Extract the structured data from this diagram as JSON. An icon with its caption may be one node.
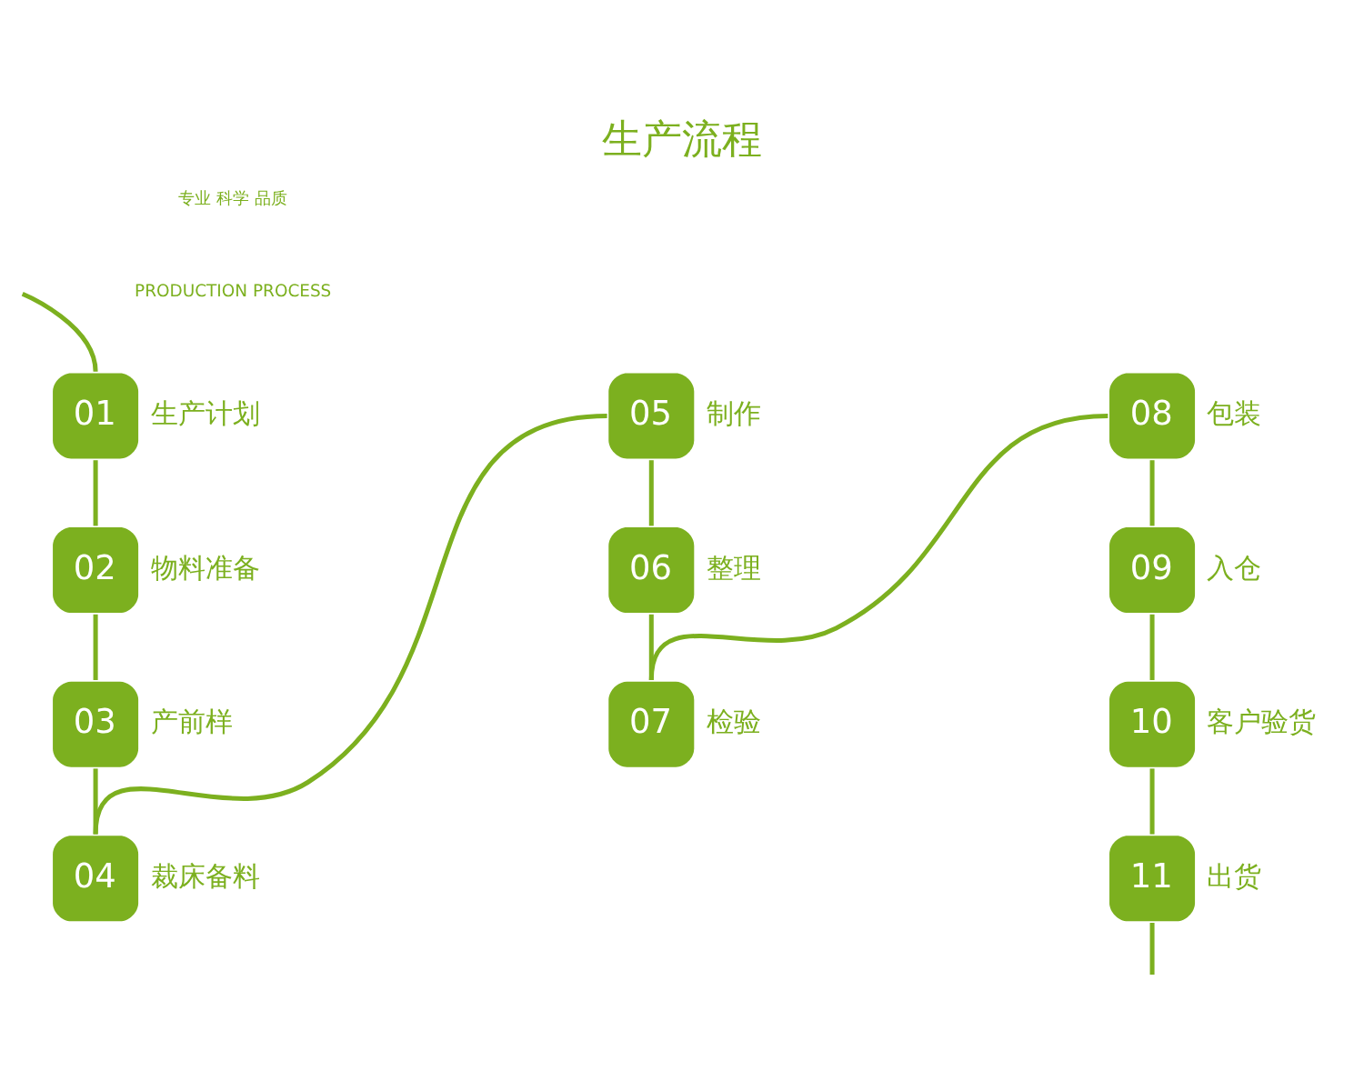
{
  "diagram": {
    "title": "生产流程",
    "nodes": [
      {
        "text": [
          "01"
        ],
        "beside": [
          "生产计划"
        ]
      },
      {
        "text": [
          "02"
        ],
        "beside": [
          "物料准备"
        ]
      },
      {
        "text": [
          "03"
        ],
        "beside": [
          "产前样"
        ]
      },
      {
        "text": [
          "04"
        ],
        "beside": [
          "裁床备料"
        ]
      },
      {
        "text": [
          "05"
        ],
        "beside": [
          "制作"
        ]
      },
      {
        "text": [
          "06"
        ],
        "beside": [
          "整理"
        ]
      },
      {
        "text": [
          "07"
        ],
        "beside": [
          "检验"
        ]
      },
      {
        "text": [
          "08"
        ],
        "beside": [
          "包装"
        ]
      },
      {
        "text": [
          "09"
        ],
        "beside": [
          "入仓"
        ]
      },
      {
        "text": [
          "10"
        ],
        "beside": [
          "客户验货"
        ]
      },
      {
        "text": [
          "11"
        ],
        "beside": [
          "出货"
        ]
      }
    ],
    "edges": [
      {
        "from": null,
        "to": 0,
        "arrow": "none"
      },
      {
        "from": 0,
        "to": 1,
        "arrow": "none"
      },
      {
        "from": 1,
        "to": 2,
        "arrow": "none"
      },
      {
        "from": 2,
        "to": 3,
        "arrow": "none"
      },
      {
        "from": 3,
        "to": 4,
        "arrow": "none"
      },
      {
        "from": 4,
        "to": 5,
        "arrow": "none"
      },
      {
        "from": 5,
        "to": 6,
        "arrow": "none"
      },
      {
        "from": 6,
        "to": 7,
        "arrow": "none"
      },
      {
        "from": 7,
        "to": 8,
        "arrow": "none"
      },
      {
        "from": 8,
        "to": 9,
        "arrow": "none"
      },
      {
        "from": 9,
        "to": 10,
        "arrow": "none"
      },
      {
        "from": 10,
        "to": null,
        "arrow": "none"
      }
    ],
    "labels": [
      "专业 科学 品质",
      "PRODUCTION PROCESS"
    ]
  }
}
